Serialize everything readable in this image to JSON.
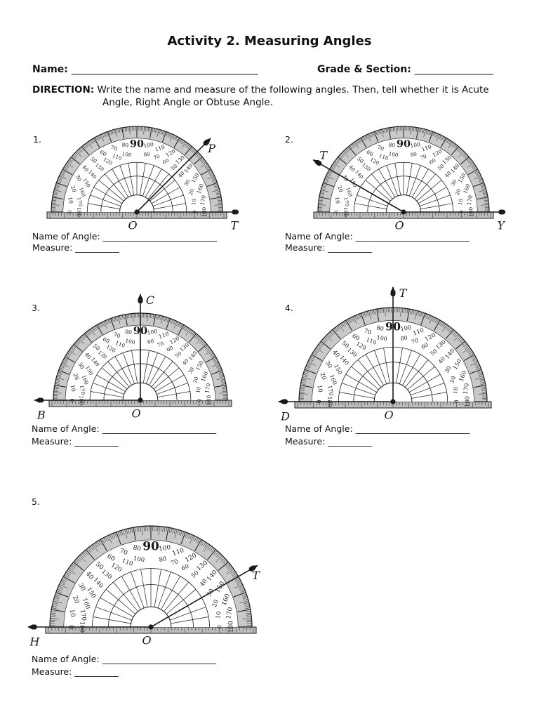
{
  "title": "Activity 2. Measuring Angles",
  "header": {
    "name_label": "Name:",
    "name_blank": "______________________________________",
    "grade_label": "Grade & Section:",
    "grade_blank": "________________"
  },
  "direction": {
    "label": "DIRECTION:",
    "line1": "Write the name and measure of the following angles. Then, tell whether it is Acute",
    "line2": "Angle, Right Angle or Obtuse Angle."
  },
  "scale": {
    "inner": [
      "0",
      "10",
      "20",
      "30",
      "40",
      "50",
      "60",
      "70",
      "80",
      "90",
      "100",
      "110",
      "120",
      "130",
      "140",
      "150",
      "160",
      "170",
      "180"
    ],
    "outer": [
      "180",
      "170",
      "160",
      "150",
      "140",
      "130",
      "120",
      "110",
      "100",
      "90",
      "80",
      "70",
      "60",
      "50",
      "40",
      "30",
      "20",
      "10",
      "0"
    ]
  },
  "fields": {
    "name_of_angle": "Name of Angle: __________________________",
    "measure": "Measure: __________"
  },
  "items": [
    {
      "number": "1.",
      "vertex": "O",
      "ray_a": "P",
      "ray_b": "T",
      "angle_a": 45,
      "angle_b": 0
    },
    {
      "number": "2.",
      "vertex": "O",
      "ray_a": "T",
      "ray_b": "Y",
      "angle_a": 150,
      "angle_b": 0
    },
    {
      "number": "3.",
      "vertex": "O",
      "ray_a": "C",
      "ray_b": "B",
      "angle_a": 90,
      "angle_b": 180
    },
    {
      "number": "4.",
      "vertex": "O",
      "ray_a": "T",
      "ray_b": "D",
      "angle_a": 90,
      "angle_b": 180
    },
    {
      "number": "5.",
      "vertex": "O",
      "ray_a": "T",
      "ray_b": "H",
      "angle_a": 30,
      "angle_b": 180
    }
  ]
}
